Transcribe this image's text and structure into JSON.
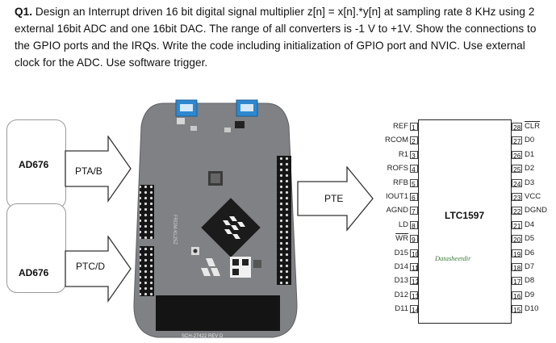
{
  "question": {
    "number": "Q1.",
    "text": "Design an Interrupt driven 16 bit digital signal multiplier z[n] = x[n].*y[n] at sampling rate 8 KHz using 2 external 16bit ADC and one 16bit DAC. The range of all converters is -1 V to +1V. Show the connections to the GPIO ports and the IRQs. Write the code including initialization of GPIO port and NVIC. Use external clock for the ADC. Use software trigger."
  },
  "diagram": {
    "adc_top": "AD676",
    "adc_bottom": "AD676",
    "port_top": "PTA/B",
    "port_bottom": "PTC/D",
    "port_dac": "PTE",
    "board_silkscreen_side": "FRDM-KL25Z",
    "board_silkscreen_bottom": "SCH-27422 REV D",
    "colors": {
      "board": "#7d7f82",
      "usb": "#2f8fd6",
      "chip": "#1c1c1c",
      "header": "#161616"
    },
    "dac": {
      "name": "LTC1597",
      "watermark": "Datasheetdir",
      "left_pins": [
        {
          "n": "1",
          "label": "REF"
        },
        {
          "n": "2",
          "label": "RCOM"
        },
        {
          "n": "3",
          "label": "R1"
        },
        {
          "n": "4",
          "label": "ROFS"
        },
        {
          "n": "5",
          "label": "RFB"
        },
        {
          "n": "6",
          "label": "IOUT1"
        },
        {
          "n": "7",
          "label": "AGND"
        },
        {
          "n": "8",
          "label": "LD"
        },
        {
          "n": "9",
          "label": "WR"
        },
        {
          "n": "10",
          "label": "D15"
        },
        {
          "n": "11",
          "label": "D14"
        },
        {
          "n": "12",
          "label": "D13"
        },
        {
          "n": "13",
          "label": "D12"
        },
        {
          "n": "14",
          "label": "D11"
        }
      ],
      "right_pins": [
        {
          "n": "28",
          "label": "CLR"
        },
        {
          "n": "27",
          "label": "D0"
        },
        {
          "n": "26",
          "label": "D1"
        },
        {
          "n": "25",
          "label": "D2"
        },
        {
          "n": "24",
          "label": "D3"
        },
        {
          "n": "23",
          "label": "VCC"
        },
        {
          "n": "22",
          "label": "DGND"
        },
        {
          "n": "21",
          "label": "D4"
        },
        {
          "n": "20",
          "label": "D5"
        },
        {
          "n": "19",
          "label": "D6"
        },
        {
          "n": "18",
          "label": "D7"
        },
        {
          "n": "17",
          "label": "D8"
        },
        {
          "n": "16",
          "label": "D9"
        },
        {
          "n": "15",
          "label": "D10"
        }
      ]
    }
  }
}
